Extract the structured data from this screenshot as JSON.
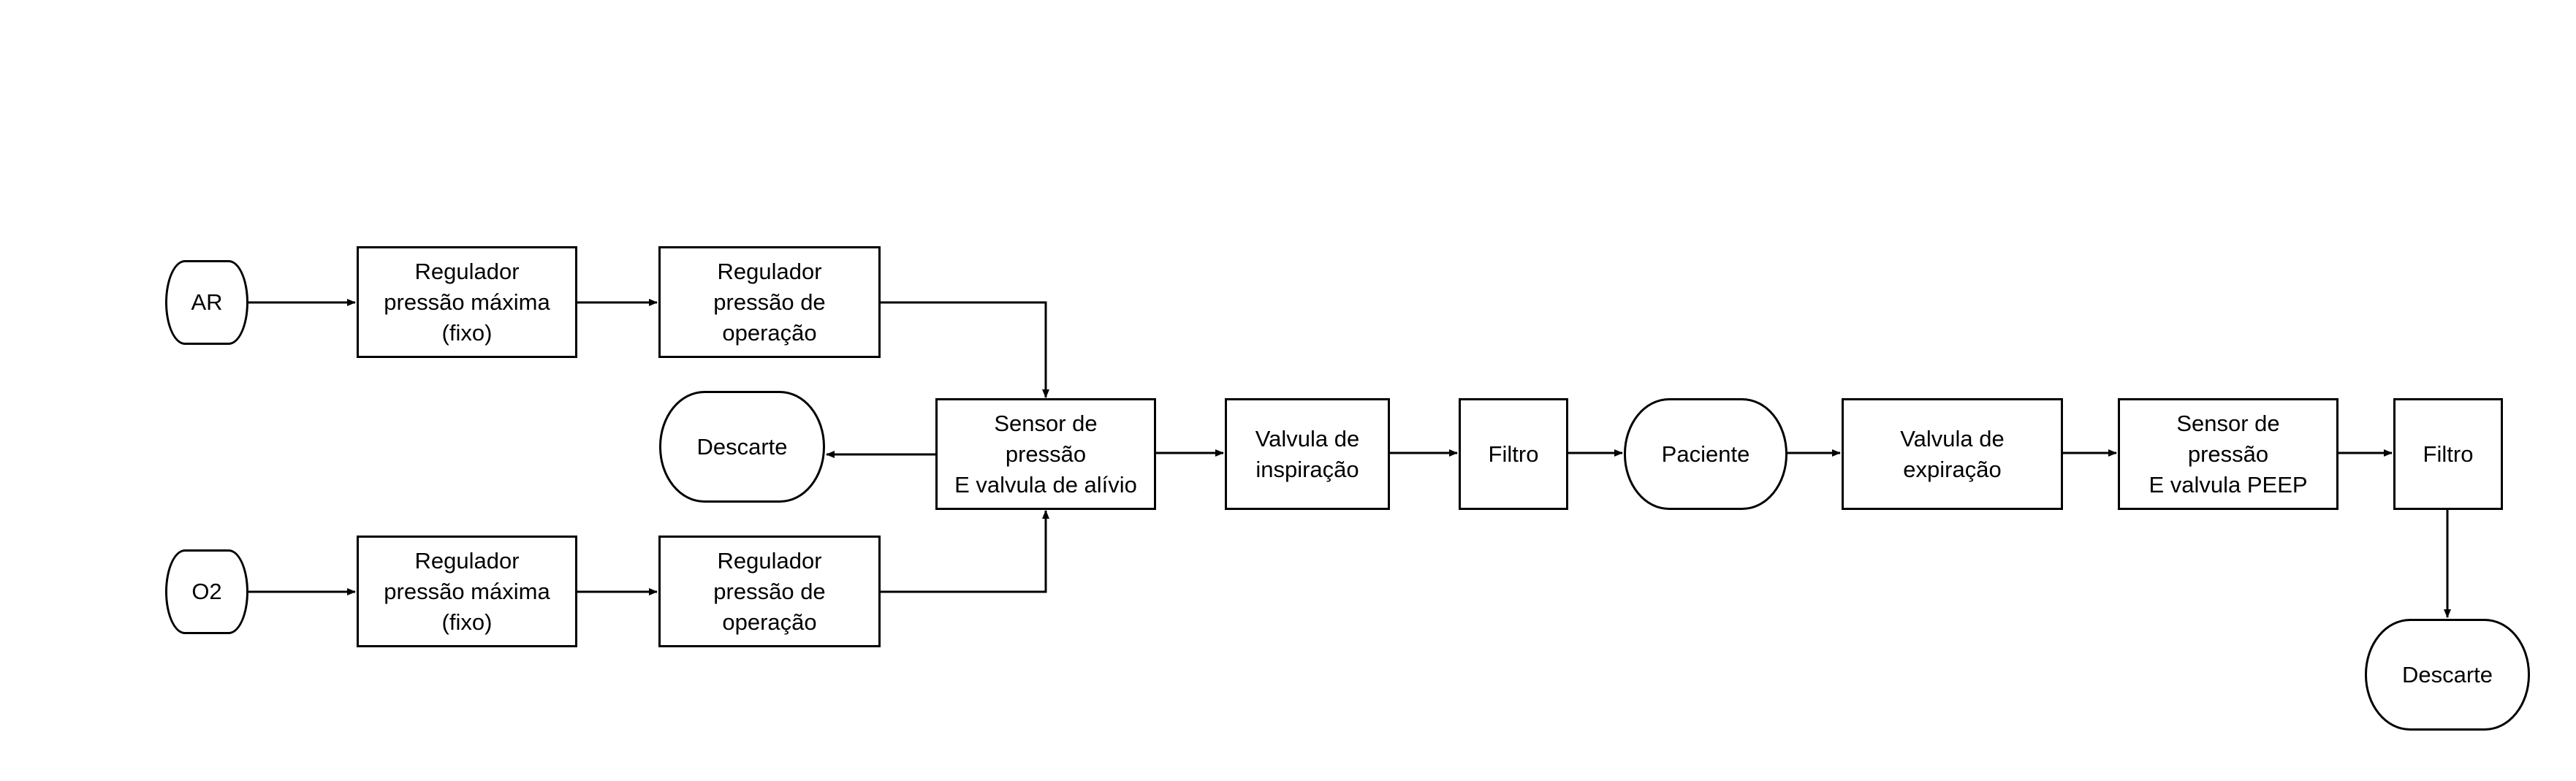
{
  "diagram": {
    "nodes": {
      "ar": "AR",
      "o2": "O2",
      "reg_max_top": "Regulador\npressão máxima\n(fixo)",
      "reg_op_top": "Regulador\npressão de\noperação",
      "reg_max_bottom": "Regulador\npressão máxima\n(fixo)",
      "reg_op_bottom": "Regulador\npressão de\noperação",
      "descarte_left": "Descarte",
      "sensor_alivio": "Sensor de\npressão\nE valvula de alívio",
      "valvula_inspiracao": "Valvula de\ninspiração",
      "filtro_1": "Filtro",
      "paciente": "Paciente",
      "valvula_expiracao": "Valvula de\nexpiração",
      "sensor_peep": "Sensor de\npressão\nE valvula PEEP",
      "filtro_2": "Filtro",
      "descarte_right": "Descarte"
    },
    "edges": [
      {
        "from": "ar",
        "to": "reg_max_top"
      },
      {
        "from": "reg_max_top",
        "to": "reg_op_top"
      },
      {
        "from": "reg_op_top",
        "to": "sensor_alivio"
      },
      {
        "from": "o2",
        "to": "reg_max_bottom"
      },
      {
        "from": "reg_max_bottom",
        "to": "reg_op_bottom"
      },
      {
        "from": "reg_op_bottom",
        "to": "sensor_alivio"
      },
      {
        "from": "sensor_alivio",
        "to": "descarte_left"
      },
      {
        "from": "sensor_alivio",
        "to": "valvula_inspiracao"
      },
      {
        "from": "valvula_inspiracao",
        "to": "filtro_1"
      },
      {
        "from": "filtro_1",
        "to": "paciente"
      },
      {
        "from": "paciente",
        "to": "valvula_expiracao"
      },
      {
        "from": "valvula_expiracao",
        "to": "sensor_peep"
      },
      {
        "from": "sensor_peep",
        "to": "filtro_2"
      },
      {
        "from": "filtro_2",
        "to": "descarte_right"
      }
    ]
  }
}
